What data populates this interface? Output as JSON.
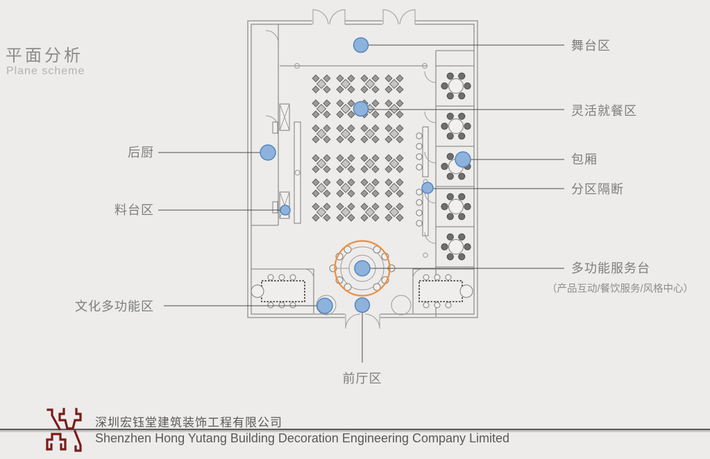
{
  "slide": {
    "title": "平面分析",
    "subtitle": "Plane scheme"
  },
  "callouts": {
    "stage": {
      "label": "舞台区"
    },
    "dining": {
      "label": "灵活就餐区"
    },
    "private_room": {
      "label": "包厢"
    },
    "partition": {
      "label": "分区隔断"
    },
    "service_desk": {
      "label": "多功能服务台",
      "sublabel": "（产品互动/餐饮服务/风格中心）"
    },
    "kitchen": {
      "label": "后厨"
    },
    "prep_area": {
      "label": "料台区"
    },
    "culture_zone": {
      "label": "文化多功能区"
    },
    "front_hall": {
      "label": "前厅区"
    }
  },
  "footer": {
    "company_cn": "深圳宏钰堂建筑装饰工程有限公司",
    "company_en": "Shenzhen Hong Yutang Building Decoration Engineering Company Limited"
  },
  "colors": {
    "background": "#EDECEA",
    "marker_fill": "#8DB3DC",
    "marker_stroke": "#5585BE",
    "highlight_orange": "#ED9144",
    "logo_red": "#7A1B1B"
  }
}
